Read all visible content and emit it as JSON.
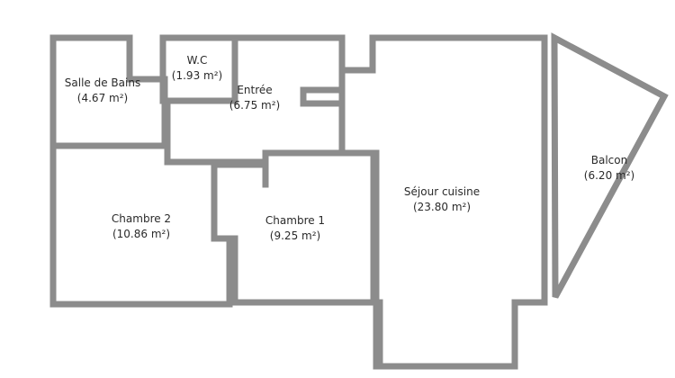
{
  "plan": {
    "wall_color": "#8c8c8c",
    "background": "#ffffff",
    "rooms": [
      {
        "id": "salle-de-bains",
        "name": "Salle de Bains",
        "area": "(4.67 m²)"
      },
      {
        "id": "wc",
        "name": "W.C",
        "area": "(1.93 m²)"
      },
      {
        "id": "entree",
        "name": "Entrée",
        "area": "(6.75 m²)"
      },
      {
        "id": "chambre-2",
        "name": "Chambre  2",
        "area": "(10.86 m²)"
      },
      {
        "id": "chambre-1",
        "name": "Chambre  1",
        "area": "(9.25 m²)"
      },
      {
        "id": "sejour-cuisine",
        "name": "Séjour cuisine",
        "area": "(23.80 m²)"
      },
      {
        "id": "balcon",
        "name": "Balcon",
        "area": "(6.20 m²)"
      }
    ]
  }
}
